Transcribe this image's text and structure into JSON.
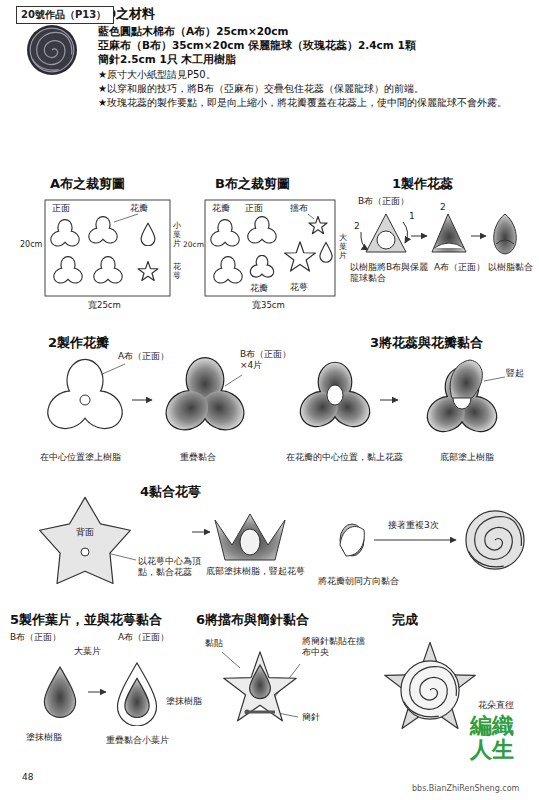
{
  "diagram": {
    "title": "20之材料",
    "nodes": [
      {
        "text": [
          "20號作品（P13）"
        ]
      }
    ],
    "labels": [
      "藍色圓點木棉布（A布）25cm×20cm",
      "亞麻布（B布）35cm×20cm 保麗龍球（玫瑰花蕊）2.4cm 1顆",
      "簡針2.5cm 1只 木工用樹脂",
      "★原寸大小紙型請見P50。",
      "★以穿和服的技巧，將B布（亞麻布）交疊包住花蕊（保麗龍球）的前端。",
      "★玫瑰花蕊的製作要點，即是向上縮小，將花瓣覆蓋在花蕊上，使中間的保麗龍球不會外露。",
      "A布之裁剪圖",
      "B布之裁剪圖",
      "1製作花蕊",
      "正面",
      "花瓣",
      "20cm",
      "小葉片",
      "花萼",
      "寬25cm",
      "花瓣",
      "正面",
      "擋布",
      "花萼",
      "大葉片",
      "花瓣",
      "20cm",
      "寬35cm",
      "B布（正面）",
      "1",
      "2",
      "2",
      "以樹脂將B布與保麗龍球黏合",
      "A布（正面）",
      "以樹脂黏合",
      "2製作花瓣",
      "A布（正面）",
      "B布（正面）×4片",
      "在中心位置塗上樹脂",
      "重疊黏合",
      "3將花蕊與花瓣黏合",
      "豎起",
      "在花瓣的中心位置，黏上花蕊",
      "底部塗上樹脂",
      "4黏合花萼",
      "背面",
      "以花萼中心為頂點，黏合花蕊",
      "底部塗抹樹脂，豎起花萼",
      "接著重複3次",
      "將花瓣朝同方向黏合",
      "5製作葉片，並與花萼黏合",
      "B布（正面）",
      "大葉片",
      "A布（正面）",
      "塗抹樹脂",
      "塗抹樹脂",
      "重疊黏合小葉片",
      "6將擋布與簡針黏合",
      "黏貼",
      "將簡針黏貼在擋布中央",
      "簡針",
      "完成",
      "花朵直徑",
      "48",
      "編織人生",
      "bbs.BianZhiRenSheng.com"
    ]
  }
}
